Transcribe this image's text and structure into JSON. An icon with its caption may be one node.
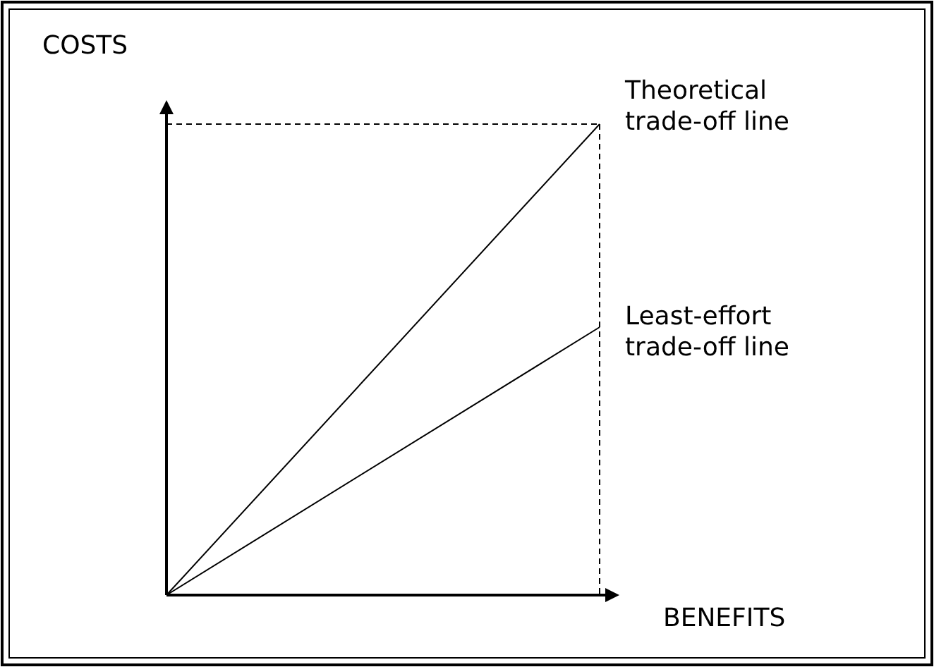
{
  "diagram": {
    "labels": [
      "COSTS",
      "Theoretical trade-off line",
      "Least-effort trade-off line",
      "BENEFITS"
    ]
  }
}
